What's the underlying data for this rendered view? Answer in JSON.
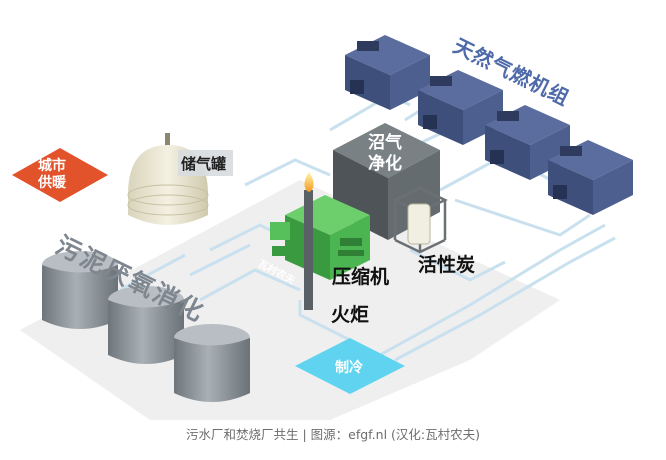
{
  "labels": {
    "gas_engines": "天然气燃机组",
    "biogas_purify": "沼气\n净化",
    "gas_holder": "储气罐",
    "city_heating": "城市\n供暖",
    "sludge_digestion": "污泥厌氧消化",
    "compressor": "压缩机",
    "flare": "火炬",
    "activated_carbon": "活性炭",
    "cooling": "制冷",
    "unit_tag": "瓦村农夫"
  },
  "caption": "污水厂和焚烧厂共生 | 图源：efgf.nl (汉化:瓦村农夫)",
  "colors": {
    "pipe": "#cfe4f0",
    "pipe_edge": "#9fc6dc",
    "ground": "#ececec",
    "engine": "#4a5c8a",
    "engine_dark": "#3a4870",
    "tank": "#8e969c",
    "compressor": "#42b04a",
    "cube": "#5b6266",
    "heating": "#e2532b",
    "cooling": "#5fd0ee",
    "gas_holder": "#e8e4d2"
  }
}
